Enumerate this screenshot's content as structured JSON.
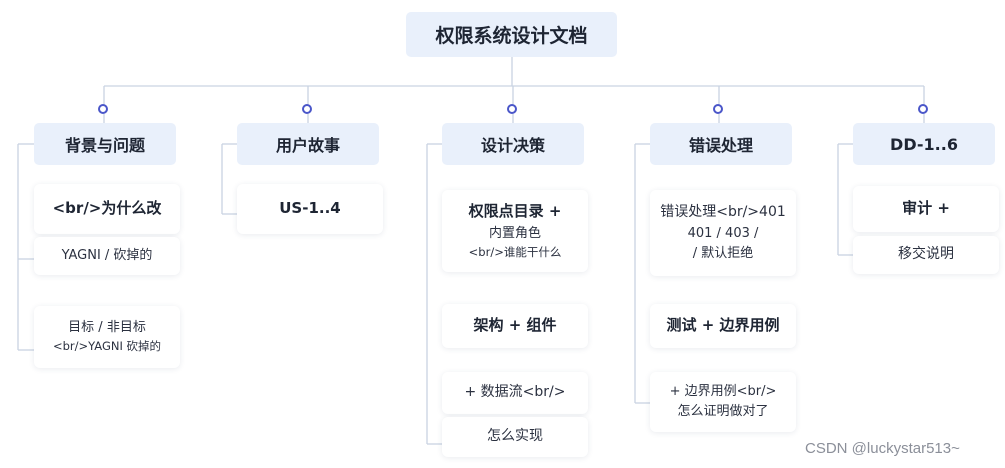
{
  "root": {
    "title": "权限系统设计文档"
  },
  "columns": [
    {
      "header": "背景与问题",
      "cards": [
        {
          "lines": [
            {
              "text": "<br/>为什么改",
              "style": "bold"
            }
          ]
        },
        {
          "lines": [
            {
              "text": "YAGNI / 砍掉的",
              "style": "normal"
            }
          ]
        },
        {
          "lines": [
            {
              "text": "目标 / 非目标",
              "style": "normal"
            },
            {
              "text": "<br/>YAGNI 砍掉的",
              "style": "small"
            }
          ]
        }
      ]
    },
    {
      "header": "用户故事",
      "cards": [
        {
          "lines": [
            {
              "text": "US-1..4",
              "style": "bold"
            }
          ]
        }
      ]
    },
    {
      "header": "设计决策",
      "cards": [
        {
          "lines": [
            {
              "text": "权限点目录 +",
              "style": "bold"
            },
            {
              "text": "内置角色",
              "style": "normal"
            },
            {
              "text": "<br/>谁能干什么",
              "style": "small"
            }
          ]
        },
        {
          "lines": [
            {
              "text": "架构 + 组件",
              "style": "bold"
            }
          ]
        },
        {
          "lines": [
            {
              "text": "+ 数据流<br/>",
              "style": "normal-lg"
            }
          ]
        },
        {
          "lines": [
            {
              "text": "怎么实现",
              "style": "normal-lg"
            }
          ]
        }
      ]
    },
    {
      "header": "错误处理",
      "cards": [
        {
          "lines": [
            {
              "text": "错误处理<br/>401",
              "style": "bold-mixed"
            },
            {
              "text": "401 / 403 /",
              "style": "normal"
            },
            {
              "text": "/ 默认拒绝",
              "style": "normal"
            }
          ]
        },
        {
          "lines": [
            {
              "text": "测试 + 边界用例",
              "style": "bold"
            }
          ]
        },
        {
          "lines": [
            {
              "text": "+ 边界用例<br/>",
              "style": "normal"
            },
            {
              "text": "怎么证明做对了",
              "style": "normal"
            }
          ]
        }
      ]
    },
    {
      "header": "DD-1..6",
      "cards": [
        {
          "lines": [
            {
              "text": "审计 +",
              "style": "bold"
            }
          ]
        },
        {
          "lines": [
            {
              "text": "移交说明",
              "style": "normal-lg"
            }
          ]
        }
      ]
    }
  ],
  "watermark": "CSDN @luckystar513~",
  "colors": {
    "header_bg": "#e9f0fb",
    "connector": "#c9d3e2",
    "dot": "#4a56c9"
  }
}
